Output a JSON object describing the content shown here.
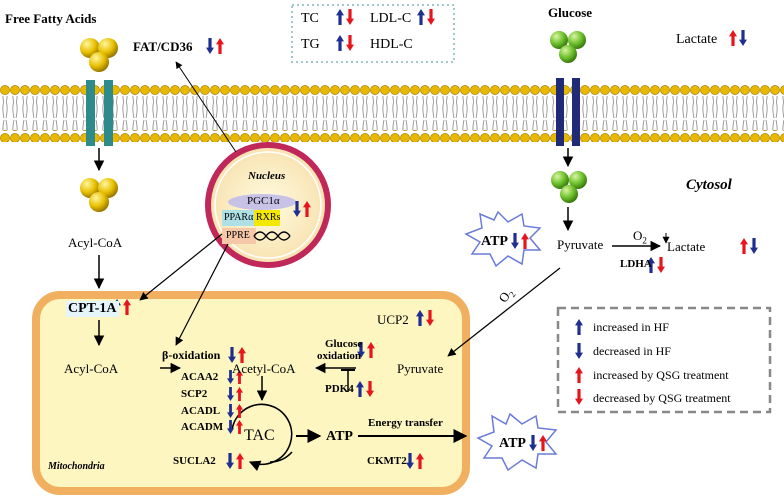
{
  "labels": {
    "free_fatty_acids": "Free Fatty Acids",
    "fat_cd36": "FAT/CD36",
    "glucose": "Glucose",
    "lactate_top": "Lactate",
    "cytosol": "Cytosol",
    "nucleus": "Nucleus",
    "pgc1a": "PGC1α",
    "ppara": "PPARα",
    "rxrs": "RXRs",
    "ppre": "PPRE",
    "acyl_coa_cytosol": "Acyl-CoA",
    "cpt1a": "CPT-1A",
    "atp_cytosol": "ATP",
    "pyruvate_cytosol": "Pyruvate",
    "o2_top": "O",
    "o2_top_sub": "2",
    "lactate_cytosol": "Lactate",
    "ldha": "LDHA",
    "o2_diag": "O",
    "o2_diag_sub": "2",
    "ucp2": "UCP2",
    "acyl_coa_mito": "Acyl-CoA",
    "beta_oxidation": "β-oxidation",
    "acaa2": "ACAA2",
    "scp2": "SCP2",
    "acadl": "ACADL",
    "acadm": "ACADM",
    "acetyl_coa": "Acetyl-CoA",
    "glucose_oxidation_1": "Glucose",
    "glucose_oxidation_2": "oxidation",
    "pyruvate_mito": "Pyruvate",
    "pdk4": "PDK4",
    "tac": "TAC",
    "atp_mito": "ATP",
    "energy_transfer": "Energy transfer",
    "ckmt2": "CKMT2",
    "sucla2": "SUCLA2",
    "mitochondria": "Mitochondria",
    "atp_outside": "ATP"
  },
  "lipids_box": {
    "tc": "TC",
    "ldl_c": "LDL-C",
    "tg": "TG",
    "hdl_c": "HDL-C"
  },
  "legend": [
    {
      "arrow": "up-blue",
      "text": "increased in HF"
    },
    {
      "arrow": "down-blue",
      "text": "decreased in HF"
    },
    {
      "arrow": "up-red",
      "text": "increased by QSG treatment"
    },
    {
      "arrow": "down-red",
      "text": "decreased by QSG treatment"
    }
  ],
  "colors": {
    "blue_arrow": "#1f2f8f",
    "red_arrow": "#e8141c",
    "membrane_head": "#e8b800",
    "transporter_teal": "#2e8b8b",
    "transporter_navy": "#1f2a78",
    "glucose_green": "#6bbf2a",
    "mito_fill": "#fdf6c0",
    "mito_border": "#f0b060",
    "nucleus_ring": "#c0285a"
  }
}
